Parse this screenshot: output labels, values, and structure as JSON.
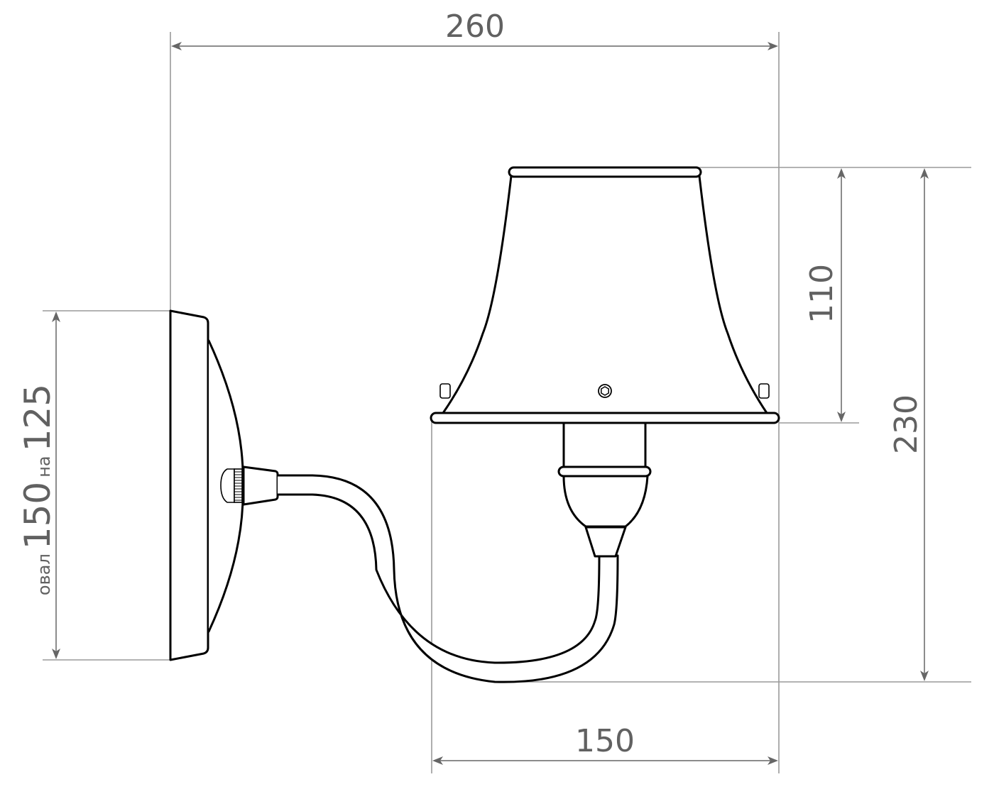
{
  "drawing": {
    "subject": "wall sconce lamp, side view",
    "line_color": "#000000",
    "dimension_color": "#8c8c8c",
    "text_color": "#616161",
    "background": "#ffffff"
  },
  "dimensions": {
    "overall_width": {
      "value": "260",
      "orientation": "horizontal"
    },
    "shade_height": {
      "value": "110",
      "orientation": "vertical"
    },
    "overall_height": {
      "value": "230",
      "orientation": "vertical"
    },
    "projection_width": {
      "value": "150",
      "orientation": "horizontal"
    },
    "wall_plate": {
      "prefix": "овал",
      "major": "150",
      "joiner": "на",
      "minor": "125",
      "orientation": "vertical"
    }
  },
  "parts": [
    {
      "name": "wall-plate",
      "label": "oval wall plate"
    },
    {
      "name": "decorative-knob",
      "label": "knurled finial"
    },
    {
      "name": "arm-collar",
      "label": "arm collar"
    },
    {
      "name": "s-curved-arm",
      "label": "S-curved arm"
    },
    {
      "name": "lamp-socket-cup",
      "label": "socket cup"
    },
    {
      "name": "lamp-shade",
      "label": "bell shade"
    },
    {
      "name": "shade-screws",
      "label": "shade screws"
    }
  ]
}
